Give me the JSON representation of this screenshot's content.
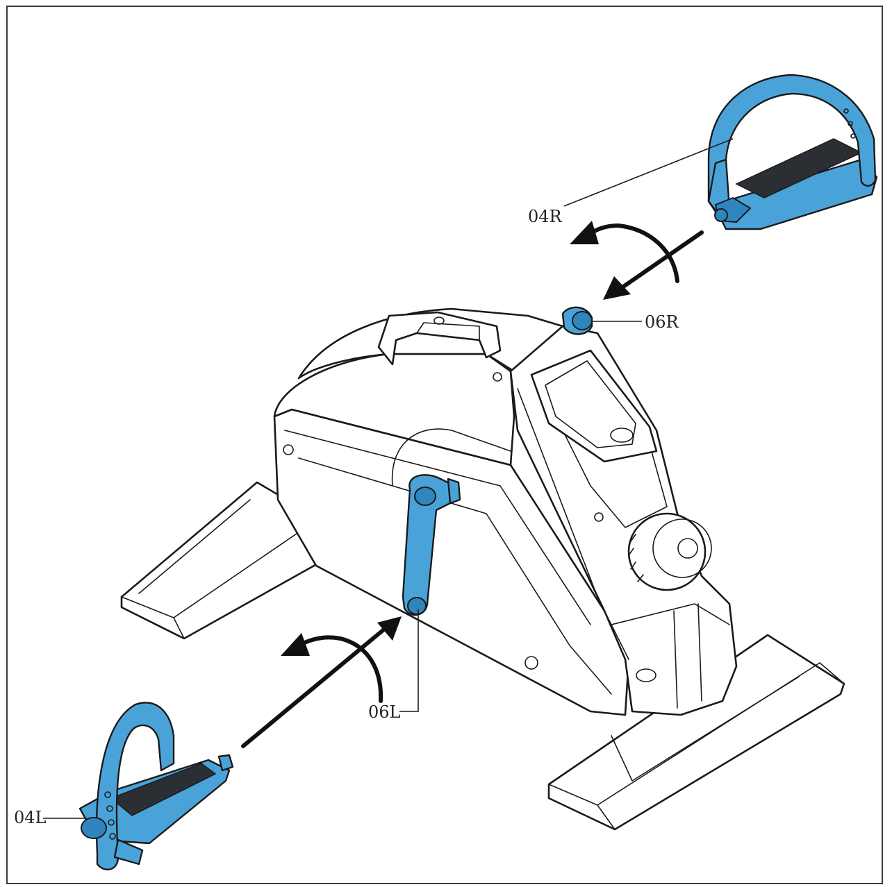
{
  "labels": {
    "pedal_right": "04R",
    "pedal_left": "04L",
    "crank_right": "06R",
    "crank_left": "06L"
  },
  "colors": {
    "part_highlight": "#4aa3d8",
    "line": "#1a1a1a",
    "background": "#ffffff"
  }
}
